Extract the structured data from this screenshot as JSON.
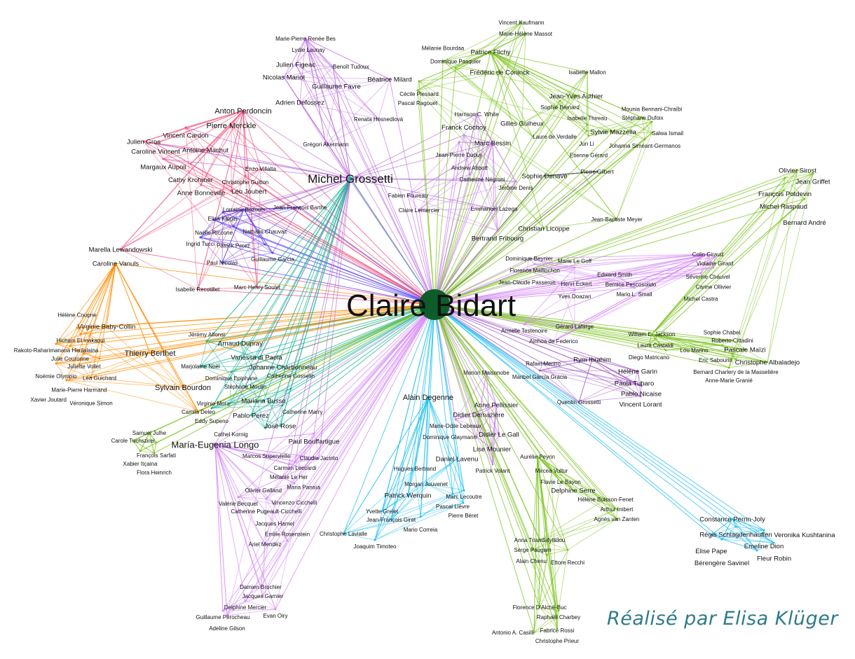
{
  "center": {
    "name": "Claire Bidart",
    "color": "#0d5c2a"
  },
  "credit": "Réalisé par Elisa Klüger",
  "clusters": [
    {
      "id": "pink",
      "color": "#f2557f",
      "nodes": [
        {
          "name": "Anton Perdoncin",
          "tier": 2
        },
        {
          "name": "Vincent Cardon",
          "tier": 3
        },
        {
          "name": "Julien Gros",
          "tier": 3
        },
        {
          "name": "Caroline Vincent",
          "tier": 3
        },
        {
          "name": "Antoine Machut",
          "tier": 3
        },
        {
          "name": "Margaux Aupoil",
          "tier": 3
        },
        {
          "name": "Cathy Krohmer",
          "tier": 3
        },
        {
          "name": "Anne Bonneville",
          "tier": 3
        },
        {
          "name": "Léo Joubert",
          "tier": 3
        },
        {
          "name": "Pierre Merckle",
          "tier": 2
        },
        {
          "name": "Marella Lewandowski",
          "tier": 3
        },
        {
          "name": "Enzo Villalta",
          "tier": 4
        },
        {
          "name": "Christophe Guitton",
          "tier": 4
        },
        {
          "name": "Isabelle Recotillet",
          "tier": 4
        },
        {
          "name": "Marc Henry Soulet",
          "tier": 4
        }
      ]
    },
    {
      "id": "lilac-top",
      "color": "#c77dea",
      "nodes": [
        {
          "name": "Marie-Pierre Renée Bes",
          "tier": 4
        },
        {
          "name": "Lydie Launay",
          "tier": 4
        },
        {
          "name": "Julien Figeac",
          "tier": 3
        },
        {
          "name": "Benoît Tudoux",
          "tier": 4
        },
        {
          "name": "Nicolas Mariot",
          "tier": 3
        },
        {
          "name": "Guillaume Favre",
          "tier": 3
        },
        {
          "name": "Adrien Defossez",
          "tier": 3
        },
        {
          "name": "Béatrice Milard",
          "tier": 3
        },
        {
          "name": "Grégori Akermann",
          "tier": 4
        },
        {
          "name": "Renata Hosnedlová",
          "tier": 4
        }
      ]
    },
    {
      "id": "violet",
      "color": "#5a3df0",
      "nodes": [
        {
          "name": "Lorraine Bozouls",
          "tier": 4
        },
        {
          "name": "Jean-François Barthe",
          "tier": 4
        },
        {
          "name": "Elisa Klüger",
          "tier": 4
        },
        {
          "name": "Naëlle Riccone",
          "tier": 4
        },
        {
          "name": "Patrick Perez",
          "tier": 4
        },
        {
          "name": "Ingrid Tucci",
          "tier": 4
        },
        {
          "name": "Nathalie Chauvac",
          "tier": 4
        },
        {
          "name": "Guillaume Garcia",
          "tier": 4
        },
        {
          "name": "Paul Nicolas",
          "tier": 4
        }
      ]
    },
    {
      "id": "orange",
      "color": "#ff8c00",
      "nodes": [
        {
          "name": "Caroline Vanuls",
          "tier": 3
        },
        {
          "name": "Hélène Couprie",
          "tier": 4
        },
        {
          "name": "Virginie Baby-Collin",
          "tier": 3
        },
        {
          "name": "Hicham El makaoui",
          "tier": 4
        },
        {
          "name": "Rakoto-Raharimanana Herilalaina",
          "tier": 4
        },
        {
          "name": "Julie Couronne",
          "tier": 4
        },
        {
          "name": "Juliette Vollet",
          "tier": 4
        },
        {
          "name": "Léa Guichard",
          "tier": 4
        },
        {
          "name": "Noémie Olympio",
          "tier": 4
        },
        {
          "name": "Marie-Pierre Harmand",
          "tier": 4
        },
        {
          "name": "Véronique Simon",
          "tier": 4
        },
        {
          "name": "Xavier Joutard",
          "tier": 4
        },
        {
          "name": "Thierry Berthet",
          "tier": 2
        },
        {
          "name": "Sylvain Bourdon",
          "tier": 2
        },
        {
          "name": "Camila Deleo",
          "tier": 4
        }
      ]
    },
    {
      "id": "teal",
      "color": "#17b597",
      "nodes": [
        {
          "name": "Michel Grossetti",
          "tier": 1
        },
        {
          "name": "Arnaud Dupray",
          "tier": 3
        },
        {
          "name": "Jérémy Alfonsi",
          "tier": 4
        },
        {
          "name": "Vanessa di Paola",
          "tier": 3
        },
        {
          "name": "Marjolaine Noël",
          "tier": 4
        },
        {
          "name": "Johanne Charbonneau",
          "tier": 3
        },
        {
          "name": "Dominique Epiphane",
          "tier": 4
        },
        {
          "name": "Stéphane Moulin",
          "tier": 4
        },
        {
          "name": "Virginie Mora",
          "tier": 4
        },
        {
          "name": "Eddy Supeno",
          "tier": 4
        },
        {
          "name": "Mariana Busso",
          "tier": 3
        },
        {
          "name": "Catherine Gosselin",
          "tier": 4
        },
        {
          "name": "Catherine Marry",
          "tier": 4
        },
        {
          "name": "Pablo Perez",
          "tier": 3
        },
        {
          "name": "José Rose",
          "tier": 3
        },
        {
          "name": "Cathel Kornig",
          "tier": 4
        }
      ]
    },
    {
      "id": "lilac-bottom",
      "color": "#d68af5",
      "nodes": [
        {
          "name": "María-Eugenia Longo",
          "tier": 1.5
        },
        {
          "name": "Paul Bouffartigue",
          "tier": 3
        },
        {
          "name": "Marcos Supervielle",
          "tier": 4
        },
        {
          "name": "Claudia Jacinto",
          "tier": 4
        },
        {
          "name": "Carmen Leccardi",
          "tier": 4
        },
        {
          "name": "Mélanie Le Her",
          "tier": 4
        },
        {
          "name": "Maria Panaïa",
          "tier": 4
        },
        {
          "name": "Olivier Galland",
          "tier": 4
        },
        {
          "name": "Vincenzo Cicchelli",
          "tier": 4
        },
        {
          "name": "Valérie Becquet",
          "tier": 4
        },
        {
          "name": "Catherine Pugeault-Cicchelli",
          "tier": 4
        },
        {
          "name": "Jacques Hamel",
          "tier": 4
        },
        {
          "name": "Ariel Mendez",
          "tier": 4
        },
        {
          "name": "Emilie Rosenstein",
          "tier": 4
        },
        {
          "name": "Damien Brochier",
          "tier": 4
        },
        {
          "name": "Jacques Garnier",
          "tier": 4
        },
        {
          "name": "Delphine Mercier",
          "tier": 4
        },
        {
          "name": "Guillaume Pérocheau",
          "tier": 4
        },
        {
          "name": "Evan Oiry",
          "tier": 4
        },
        {
          "name": "Adeline Gilson",
          "tier": 4
        }
      ]
    },
    {
      "id": "green-left",
      "color": "#7cc41f",
      "nodes": [
        {
          "name": "Samuel Julhe",
          "tier": 4
        },
        {
          "name": "Carole Tuchszirer",
          "tier": 4
        },
        {
          "name": "François Sarfati",
          "tier": 4
        },
        {
          "name": "Xabier Itçaina",
          "tier": 4
        },
        {
          "name": "Flora Heinrich",
          "tier": 4
        }
      ]
    },
    {
      "id": "cyan-bottom",
      "color": "#1fbff0",
      "nodes": [
        {
          "name": "Alain Degenne",
          "tier": 2
        },
        {
          "name": "Patrick Werquin",
          "tier": 3
        },
        {
          "name": "Yvette Grelet",
          "tier": 4
        },
        {
          "name": "Jean-François Giret",
          "tier": 4
        },
        {
          "name": "Daniel Lavenu",
          "tier": 3
        },
        {
          "name": "Morgan Jouvenet",
          "tier": 4
        },
        {
          "name": "Marc Lecoutre",
          "tier": 4
        },
        {
          "name": "Pascal Lièvre",
          "tier": 4
        },
        {
          "name": "Pierre Béret",
          "tier": 4
        },
        {
          "name": "Mario Correia",
          "tier": 4
        },
        {
          "name": "Christophe Lavialle",
          "tier": 4
        },
        {
          "name": "Joaquim Timoteo",
          "tier": 4
        },
        {
          "name": "Hugues Bertrand",
          "tier": 4
        }
      ]
    },
    {
      "id": "lilac-right",
      "color": "#c77dea",
      "nodes": [
        {
          "name": "Anne Pellissier",
          "tier": 3
        },
        {
          "name": "Didier Demazière",
          "tier": 3
        },
        {
          "name": "Marie-Odile Lebeaux",
          "tier": 4
        },
        {
          "name": "Didier Le Gall",
          "tier": 3
        },
        {
          "name": "Dominique Glaymann",
          "tier": 4
        },
        {
          "name": "Lise Mounier",
          "tier": 3
        },
        {
          "name": "Patrick Volant",
          "tier": 4
        },
        {
          "name": "Marion Maisonobe",
          "tier": 4
        }
      ]
    },
    {
      "id": "green-bottom",
      "color": "#7cc41f",
      "nodes": [
        {
          "name": "Aurélie Peyrin",
          "tier": 4
        },
        {
          "name": "Mircea Vultur",
          "tier": 4
        },
        {
          "name": "Flavie Le Bayon",
          "tier": 4
        },
        {
          "name": "Delphine Serre",
          "tier": 3
        },
        {
          "name": "Hélène Buisson-Fenet",
          "tier": 4
        },
        {
          "name": "Arthur Imbert",
          "tier": 4
        },
        {
          "name": "Agnès van Zanten",
          "tier": 4
        },
        {
          "name": "Anna Triandafyllidou",
          "tier": 4
        },
        {
          "name": "Serge Paugam",
          "tier": 4
        },
        {
          "name": "Ettore Recchi",
          "tier": 4
        },
        {
          "name": "Alain Chenu",
          "tier": 4
        },
        {
          "name": "Florence D'Alché-Buc",
          "tier": 4
        },
        {
          "name": "Raphaël Charbey",
          "tier": 4
        },
        {
          "name": "Fabrice Rossi",
          "tier": 4
        },
        {
          "name": "Christophe Prieur",
          "tier": 4
        },
        {
          "name": "Antonio A. Casilli",
          "tier": 4
        }
      ]
    },
    {
      "id": "purple-right",
      "color": "#a560cc",
      "nodes": [
        {
          "name": "Rym Ibrahim",
          "tier": 3
        },
        {
          "name": "Hélène Garin",
          "tier": 3
        },
        {
          "name": "Paola Tubaro",
          "tier": 3
        },
        {
          "name": "Pablo Nicaise",
          "tier": 3
        },
        {
          "name": "Vincent Lorant",
          "tier": 3
        },
        {
          "name": "Rafael Merino",
          "tier": 4
        },
        {
          "name": "Maribel García Gracia",
          "tier": 4
        },
        {
          "name": "Quentin Grossetti",
          "tier": 4
        }
      ]
    },
    {
      "id": "cyan-right",
      "color": "#1fbff0",
      "nodes": [
        {
          "name": "Constance Perrin-Joly",
          "tier": 3
        },
        {
          "name": "Régis Schlagdenhauffen",
          "tier": 3
        },
        {
          "name": "Emeline Dion",
          "tier": 3
        },
        {
          "name": "Elise Pape",
          "tier": 3
        },
        {
          "name": "Bérengère Savinel",
          "tier": 3
        },
        {
          "name": "Veronika Kushtanina",
          "tier": 3
        },
        {
          "name": "Fleur Robin",
          "tier": 3
        }
      ]
    },
    {
      "id": "green-right",
      "color": "#7cc41f",
      "nodes": [
        {
          "name": "William E. Jackson",
          "tier": 4
        },
        {
          "name": "Laura Castaldi",
          "tier": 4
        },
        {
          "name": "Diego Matricano",
          "tier": 4
        },
        {
          "name": "Lou Marino",
          "tier": 4
        },
        {
          "name": "Roberto Cittadini",
          "tier": 4
        },
        {
          "name": "Sophie Chabel",
          "tier": 4
        },
        {
          "name": "Pascale Maïzi",
          "tier": 3
        },
        {
          "name": "Eric Sabourin",
          "tier": 4
        },
        {
          "name": "Bernard Charlery de la Masselière",
          "tier": 4
        },
        {
          "name": "Christophe Albaladejo",
          "tier": 3
        },
        {
          "name": "Anne-Marie Granié",
          "tier": 4
        },
        {
          "name": "Olivier Sirost",
          "tier": 3
        },
        {
          "name": "Jean Griffet",
          "tier": 3
        },
        {
          "name": "François Potdevin",
          "tier": 3
        },
        {
          "name": "Michel Raspaud",
          "tier": 3
        },
        {
          "name": "Bernard André",
          "tier": 3
        }
      ]
    },
    {
      "id": "lilac-east",
      "color": "#d68af5",
      "nodes": [
        {
          "name": "Colin Giraud",
          "tier": 4
        },
        {
          "name": "Violaine Girard",
          "tier": 4
        },
        {
          "name": "Séverine Chauvel",
          "tier": 4
        },
        {
          "name": "Carine Ollivier",
          "tier": 4
        },
        {
          "name": "Michel Castra",
          "tier": 4
        },
        {
          "name": "Edward Smith",
          "tier": 4
        },
        {
          "name": "Bernice Pescosolido",
          "tier": 4
        },
        {
          "name": "Mario L. Small",
          "tier": 4
        },
        {
          "name": "Dominique Beynier",
          "tier": 4
        },
        {
          "name": "Florence Maillochon",
          "tier": 4
        },
        {
          "name": "Jean-Claude Passeron",
          "tier": 4
        },
        {
          "name": "Marie Le Goff",
          "tier": 4
        },
        {
          "name": "Henri Eckert",
          "tier": 4
        },
        {
          "name": "Yves Doazan",
          "tier": 4
        },
        {
          "name": "Armelle Testenoire",
          "tier": 4
        },
        {
          "name": "Gérard Lafarge",
          "tier": 4
        },
        {
          "name": "Ainhoa de Federico",
          "tier": 4
        }
      ]
    },
    {
      "id": "green-top",
      "color": "#7cc41f",
      "nodes": [
        {
          "name": "Patrice Flichy",
          "tier": 3
        },
        {
          "name": "Frédéric de Coninck",
          "tier": 3
        },
        {
          "name": "Vincent Kaufmann",
          "tier": 4
        },
        {
          "name": "Marie-Hélène Massot",
          "tier": 4
        },
        {
          "name": "Dominique Pasquier",
          "tier": 4
        },
        {
          "name": "Mélanie Bourdaa",
          "tier": 4
        },
        {
          "name": "Gilles Guiheux",
          "tier": 3
        },
        {
          "name": "Laure de Verdalle",
          "tier": 4
        },
        {
          "name": "Jean-Yves Authier",
          "tier": 3
        },
        {
          "name": "Sophie Bernard",
          "tier": 4
        },
        {
          "name": "Isabelle Mallon",
          "tier": 4
        },
        {
          "name": "Isabelle Thireau",
          "tier": 4
        },
        {
          "name": "Jun Li",
          "tier": 4
        },
        {
          "name": "Etienne Gérard",
          "tier": 4
        },
        {
          "name": "Sylvie Mazzella",
          "tier": 3
        },
        {
          "name": "Stéphane Dufoix",
          "tier": 4
        },
        {
          "name": "Mounia Bennani-Chraïbi",
          "tier": 4
        },
        {
          "name": "Salwa Ismail",
          "tier": 4
        },
        {
          "name": "Johanna Siméant-Germanos",
          "tier": 4
        },
        {
          "name": "Christian Licoppe",
          "tier": 3
        },
        {
          "name": "Jean-Baptiste Meyer",
          "tier": 4
        },
        {
          "name": "Cécile Plessard",
          "tier": 4
        },
        {
          "name": "Pascal Ragouet",
          "tier": 4
        }
      ]
    },
    {
      "id": "grey",
      "color": "#555555",
      "nodes": [
        {
          "name": "Sophie Denave",
          "tier": 3
        },
        {
          "name": "Pierre Gilbert",
          "tier": 4
        }
      ]
    },
    {
      "id": "mixed-center",
      "color": "#c77dea",
      "nodes": [
        {
          "name": "Marc Bessin",
          "tier": 3
        },
        {
          "name": "Franck Cochoy",
          "tier": 3
        },
        {
          "name": "Harrison C. White",
          "tier": 4
        },
        {
          "name": "Catherine Négroni",
          "tier": 4
        },
        {
          "name": "Jérôme Denis",
          "tier": 4
        },
        {
          "name": "Emmanuel Lazega",
          "tier": 4
        },
        {
          "name": "Bertrand Fribourg",
          "tier": 3
        },
        {
          "name": "Claire Lemercier",
          "tier": 4
        },
        {
          "name": "Fabien Foureau",
          "tier": 4
        },
        {
          "name": "Jean-Pierre Dupuy",
          "tier": 4
        },
        {
          "name": "Andrew Abbott",
          "tier": 4
        }
      ]
    }
  ]
}
